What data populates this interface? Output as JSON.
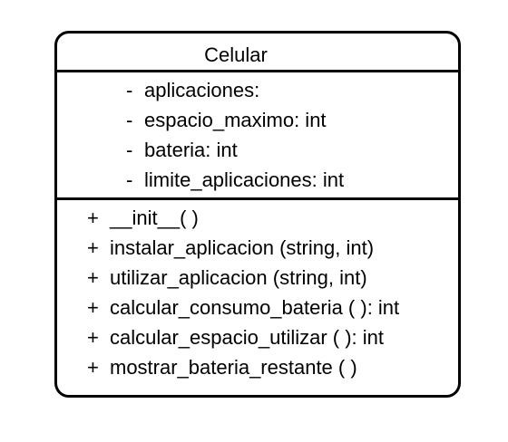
{
  "class": {
    "name": "Celular",
    "attributes": [
      {
        "visibility": "-",
        "text": "aplicaciones:"
      },
      {
        "visibility": "-",
        "text": "espacio_maximo: int"
      },
      {
        "visibility": "-",
        "text": "bateria: int"
      },
      {
        "visibility": "-",
        "text": "limite_aplicaciones: int"
      }
    ],
    "methods": [
      {
        "visibility": "+",
        "text": "__init__( )"
      },
      {
        "visibility": "+",
        "text": "instalar_aplicacion (string, int)"
      },
      {
        "visibility": "+",
        "text": "utilizar_aplicacion (string, int)"
      },
      {
        "visibility": "+",
        "text": "calcular_consumo_bateria ( ): int"
      },
      {
        "visibility": "+",
        "text": "calcular_espacio_utilizar ( ): int"
      },
      {
        "visibility": "+",
        "text": "mostrar_bateria_restante ( )"
      }
    ]
  }
}
